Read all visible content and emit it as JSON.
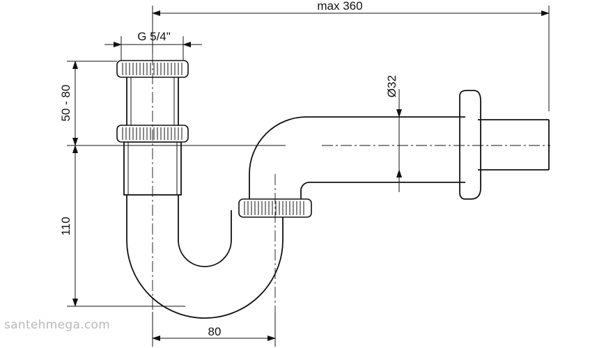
{
  "drawing": {
    "dimensions": {
      "overall_length": "max 360",
      "thread_size": "G 5/4\"",
      "pipe_diameter": "Ø32",
      "height_adjust": "50 - 80",
      "trap_height": "110",
      "trap_offset": "80"
    },
    "colors": {
      "stroke": "#111111",
      "background": "#ffffff",
      "watermark": "#b9b9b9"
    }
  },
  "watermark": "santehmega.com"
}
